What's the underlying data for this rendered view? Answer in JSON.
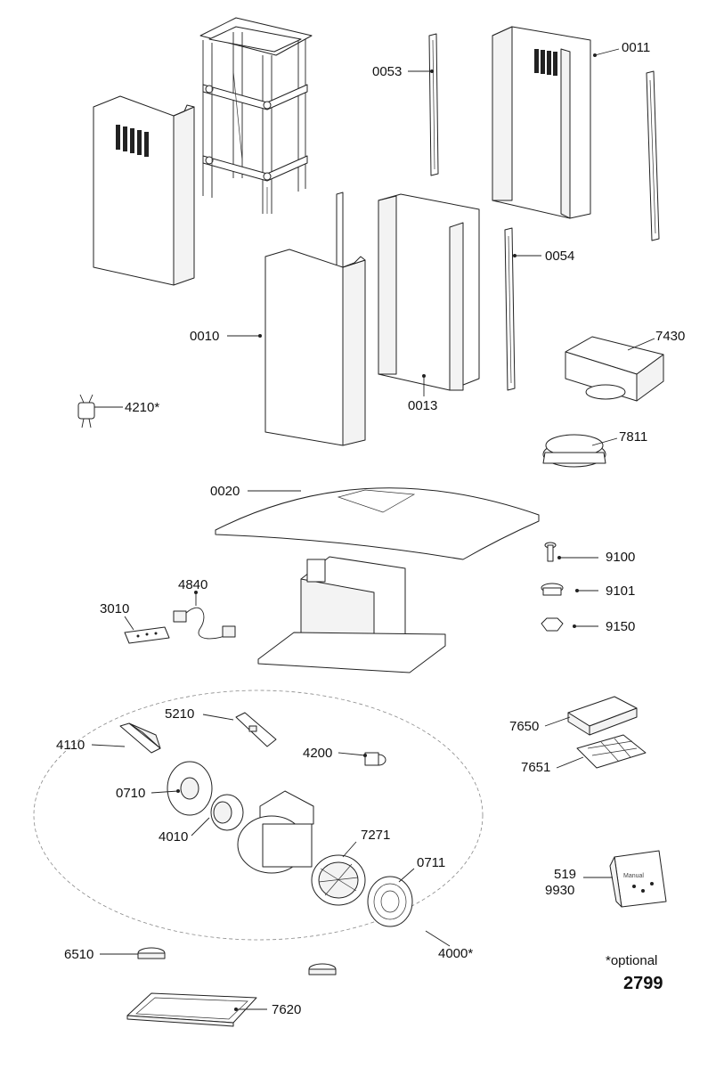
{
  "labels": {
    "p0053": "0053",
    "p0011": "0011",
    "p0054": "0054",
    "p0010": "0010",
    "p0013": "0013",
    "p7430": "7430",
    "p4210": "4210*",
    "p7811": "7811",
    "p0020": "0020",
    "p9100": "9100",
    "p9101": "9101",
    "p9150": "9150",
    "p4840": "4840",
    "p3010": "3010",
    "p5210": "5210",
    "p4110": "4110",
    "p4200": "4200",
    "p7650": "7650",
    "p7651": "7651",
    "p0710": "0710",
    "p4010": "4010",
    "p7271": "7271",
    "p0711": "0711",
    "p519": "519",
    "p9930": "9930",
    "p6510": "6510",
    "p4000": "4000*",
    "p7620": "7620"
  },
  "notes": {
    "optional": "*optional",
    "diagram_number": "2799",
    "manual_bag_text": "Manual"
  }
}
